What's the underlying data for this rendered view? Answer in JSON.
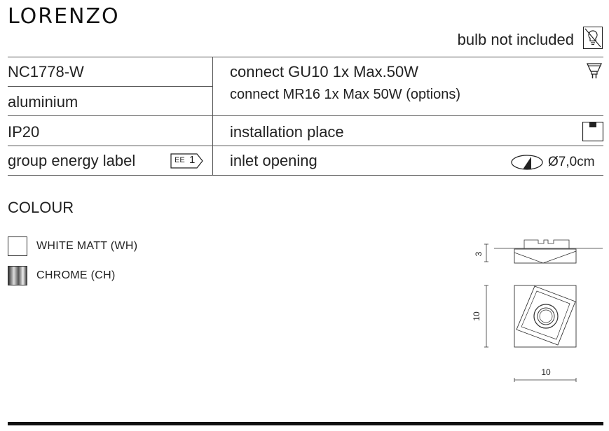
{
  "product": {
    "name": "LORENZO",
    "bulb_note": "bulb not included"
  },
  "specs": {
    "code": "NC1778-W",
    "material": "aluminium",
    "ip": "IP20",
    "energy_label": "group energy label",
    "energy_badge_text": "EE",
    "energy_badge_num": "1",
    "connect_1": "connect GU10 1x Max.50W",
    "connect_2": "connect MR16 1x Max 50W (options)",
    "installation": "installation place",
    "inlet": "inlet opening",
    "inlet_value": "Ø7,0cm"
  },
  "colour": {
    "heading": "COLOUR",
    "options": [
      {
        "label": "WHITE MATT (WH)",
        "swatch": "#ffffff"
      },
      {
        "label": "CHROME (CH)",
        "swatch": "chrome-gradient"
      }
    ]
  },
  "dimensions": {
    "height": "3",
    "depth": "10",
    "width": "10"
  },
  "icons": {
    "bulb_crossed": "bulb-crossed-icon",
    "gu10": "gu10-bulb-icon",
    "installation": "ceiling-recessed-icon",
    "inlet": "inlet-opening-icon"
  }
}
